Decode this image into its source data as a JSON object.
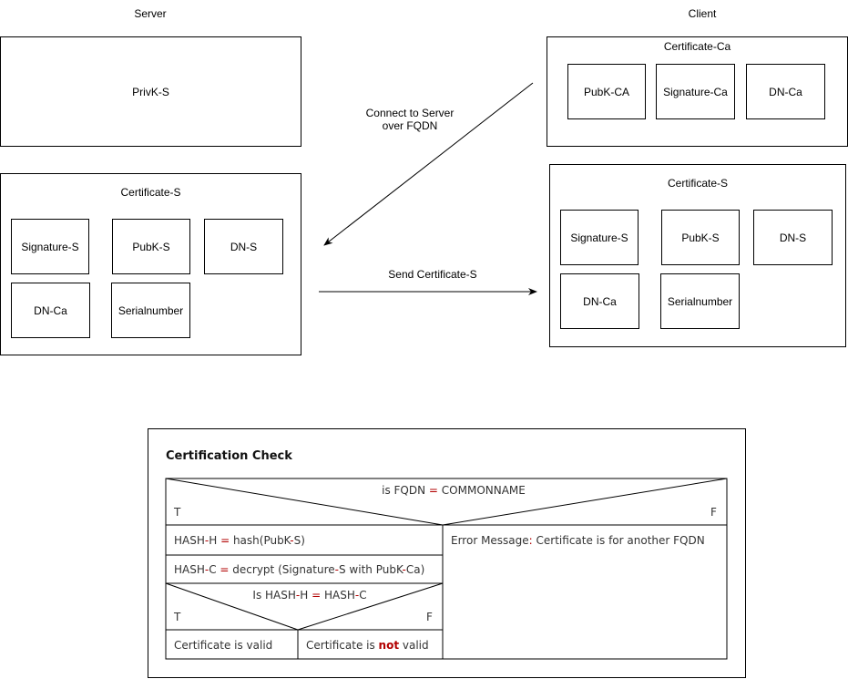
{
  "server": {
    "heading": "Server",
    "privkey_label": "PrivK-S",
    "certificate": {
      "title": "Certificate-S",
      "fields": [
        "Signature-S",
        "PubK-S",
        "DN-S",
        "DN-Ca",
        "Serialnumber"
      ]
    }
  },
  "client": {
    "heading": "Client",
    "ca_certificate": {
      "title": "Certificate-Ca",
      "fields": [
        "PubK-CA",
        "Signature-Ca",
        "DN-Ca"
      ]
    },
    "certificate": {
      "title": "Certificate-S",
      "fields": [
        "Signature-S",
        "PubK-S",
        "DN-S",
        "DN-Ca",
        "Serialnumber"
      ]
    }
  },
  "arrows": {
    "connect_line1": "Connect to Server",
    "connect_line2": "over FQDN",
    "send": "Send Certificate-S"
  },
  "check": {
    "title": "Certification Check",
    "condition1": {
      "left": "is FQDN ",
      "op": "=",
      "right": " COMMONNAME"
    },
    "branch_true": "T",
    "branch_false": "F",
    "step1": {
      "a": "HASH",
      "op1": "-",
      "b": "H ",
      "op2": "=",
      "c": " hash(PubK",
      "op3": "-",
      "d": "S)"
    },
    "step2": {
      "a": "HASH",
      "op1": "-",
      "b": "C ",
      "op2": "=",
      "c": " decrypt (Signature",
      "op3": "-",
      "d": "S with PubK",
      "op4": "-",
      "e": "Ca)"
    },
    "condition2": {
      "a": "Is HASH",
      "op1": "-",
      "b": "H ",
      "op2": "=",
      "c": " HASH",
      "op3": "-",
      "d": "C"
    },
    "valid": "Certificate is valid",
    "invalid_prefix": "Certificate is ",
    "invalid_not": "not",
    "invalid_suffix": " valid",
    "error": {
      "a": "Error Message",
      "op": ":",
      "b": " Certificate is for another FQDN"
    }
  }
}
